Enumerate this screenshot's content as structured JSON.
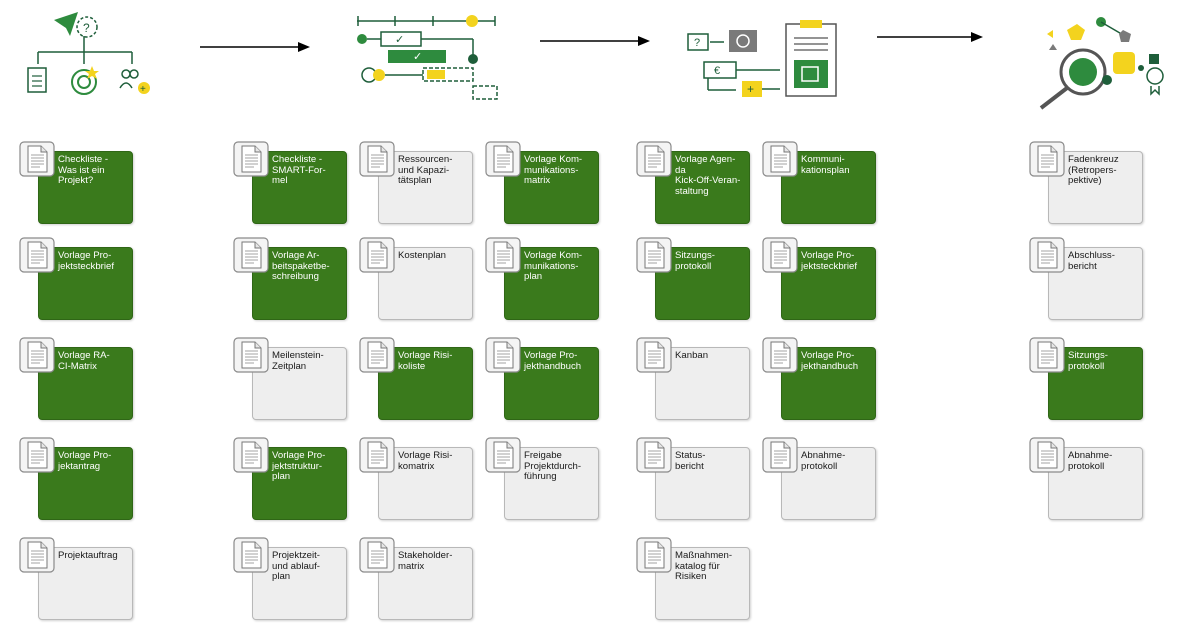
{
  "colors": {
    "green": "#3a7a1c",
    "dark_green": "#1e5e3a",
    "yellow": "#f3d31e",
    "gray_card": "#eeeeee",
    "icon_gray": "#7a7a7a"
  },
  "phases": [
    {
      "icon": "project-decision-icon",
      "columns": [
        {
          "cards": [
            {
              "label": "Checkliste -\nWas ist ein\nProjekt?",
              "style": "green"
            },
            {
              "label": "Vorlage Pro-\njektsteckbrief",
              "style": "green"
            },
            {
              "label": "Vorlage RA-\nCI-Matrix",
              "style": "green"
            },
            {
              "label": "Vorlage Pro-\njektantrag",
              "style": "green"
            },
            {
              "label": "Projektauftrag",
              "style": "gray"
            }
          ]
        }
      ]
    },
    {
      "icon": "planning-timeline-icon",
      "columns": [
        {
          "cards": [
            {
              "label": "Checkliste -\nSMART-For-\nmel",
              "style": "green"
            },
            {
              "label": "Vorlage Ar-\nbeitspaketbe-\nschreibung",
              "style": "green"
            },
            {
              "label": "Meilenstein-\nZeitplan",
              "style": "gray"
            },
            {
              "label": "Vorlage Pro-\njektstruktur-\nplan",
              "style": "green"
            },
            {
              "label": "Projektzeit-\nund ablauf-\nplan",
              "style": "gray"
            }
          ]
        },
        {
          "cards": [
            {
              "label": "Ressourcen-\nund Kapazi-\ntätsplan",
              "style": "gray"
            },
            {
              "label": "Kostenplan",
              "style": "gray"
            },
            {
              "label": "Vorlage Risi-\nkoliste",
              "style": "green"
            },
            {
              "label": "Vorlage Risi-\nkomatrix",
              "style": "gray"
            },
            {
              "label": "Stakeholder-\nmatrix",
              "style": "gray"
            }
          ]
        },
        {
          "cards": [
            {
              "label": "Vorlage Kom-\nmunikations-\nmatrix",
              "style": "green"
            },
            {
              "label": "Vorlage Kom-\nmunikations-\nplan",
              "style": "green"
            },
            {
              "label": "Vorlage Pro-\njekthandbuch",
              "style": "green"
            },
            {
              "label": "Freigabe\nProjektdurch-\nführung",
              "style": "gray"
            }
          ]
        }
      ]
    },
    {
      "icon": "execution-control-icon",
      "columns": [
        {
          "cards": [
            {
              "label": "Vorlage Agen-\nda\nKick-Off-Veran-\nstaltung",
              "style": "green"
            },
            {
              "label": "Sitzungs-\nprotokoll",
              "style": "green"
            },
            {
              "label": "Kanban",
              "style": "gray"
            },
            {
              "label": "Status-\nbericht",
              "style": "gray"
            },
            {
              "label": "Maßnahmen-\nkatalog für\nRisiken",
              "style": "gray"
            }
          ]
        },
        {
          "cards": [
            {
              "label": "Kommuni-\nkationsplan",
              "style": "green"
            },
            {
              "label": "Vorlage Pro-\njektsteckbrief",
              "style": "green"
            },
            {
              "label": "Vorlage Pro-\njekthandbuch",
              "style": "green"
            },
            {
              "label": "Abnahme-\nprotokoll",
              "style": "gray"
            }
          ]
        }
      ]
    },
    {
      "icon": "retrospective-analysis-icon",
      "columns": [
        {
          "cards": [
            {
              "label": "Fadenkreuz\n(Retropers-\npektive)",
              "style": "gray"
            },
            {
              "label": "Abschluss-\nbericht",
              "style": "gray"
            },
            {
              "label": "Sitzungs-\nprotokoll",
              "style": "green"
            },
            {
              "label": "Abnahme-\nprotokoll",
              "style": "gray"
            }
          ]
        }
      ]
    }
  ]
}
